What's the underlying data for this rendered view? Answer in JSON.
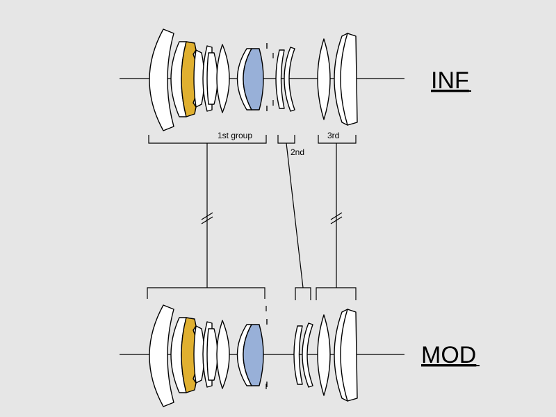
{
  "diagram": {
    "states": {
      "top": "INF",
      "bottom": "MOD"
    },
    "group_labels": {
      "first": "1st group",
      "second": "2nd",
      "third": "3rd"
    },
    "colors": {
      "background": "#e6e6e6",
      "line": "#000000",
      "lens_fill": "#ffffff",
      "red_lens_outline": "#e0202a",
      "yellow_lens_fill": "#e0b030",
      "blue_lens_fill": "#98b0d8"
    }
  }
}
